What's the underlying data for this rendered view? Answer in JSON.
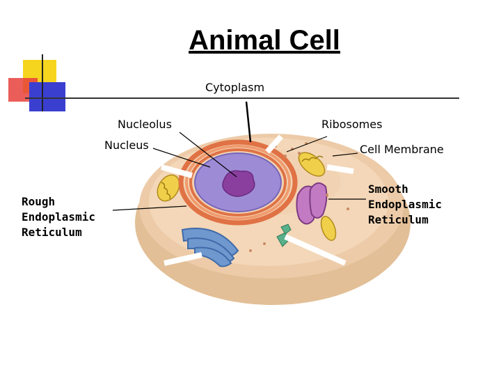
{
  "title": "Animal Cell",
  "labels": {
    "cytoplasm": "Cytoplasm",
    "nucleolus": "Nucleolus",
    "ribosomes": "Ribosomes",
    "nucleus": "Nucleus",
    "cell_membrane": "Cell Membrane",
    "rough_er": [
      "Rough",
      "Endoplasmic",
      "Reticulum"
    ],
    "smooth_er": [
      "Smooth",
      "Endoplasmic",
      "Reticulum"
    ]
  },
  "colors": {
    "accent_yellow": "#f5d51e",
    "accent_red": "#e8413c",
    "accent_blue": "#3a3fd0",
    "cell_outer": "#e9c9a3",
    "cell_inner": "#f1d3b4",
    "nucleus": "#9d8ad3",
    "nucleolus": "#8a3f9f",
    "rough_er": "#e2734a",
    "golgi": "#5c87c2",
    "smooth_er": "#a956a8",
    "mitochondria": "#e8c83a"
  }
}
